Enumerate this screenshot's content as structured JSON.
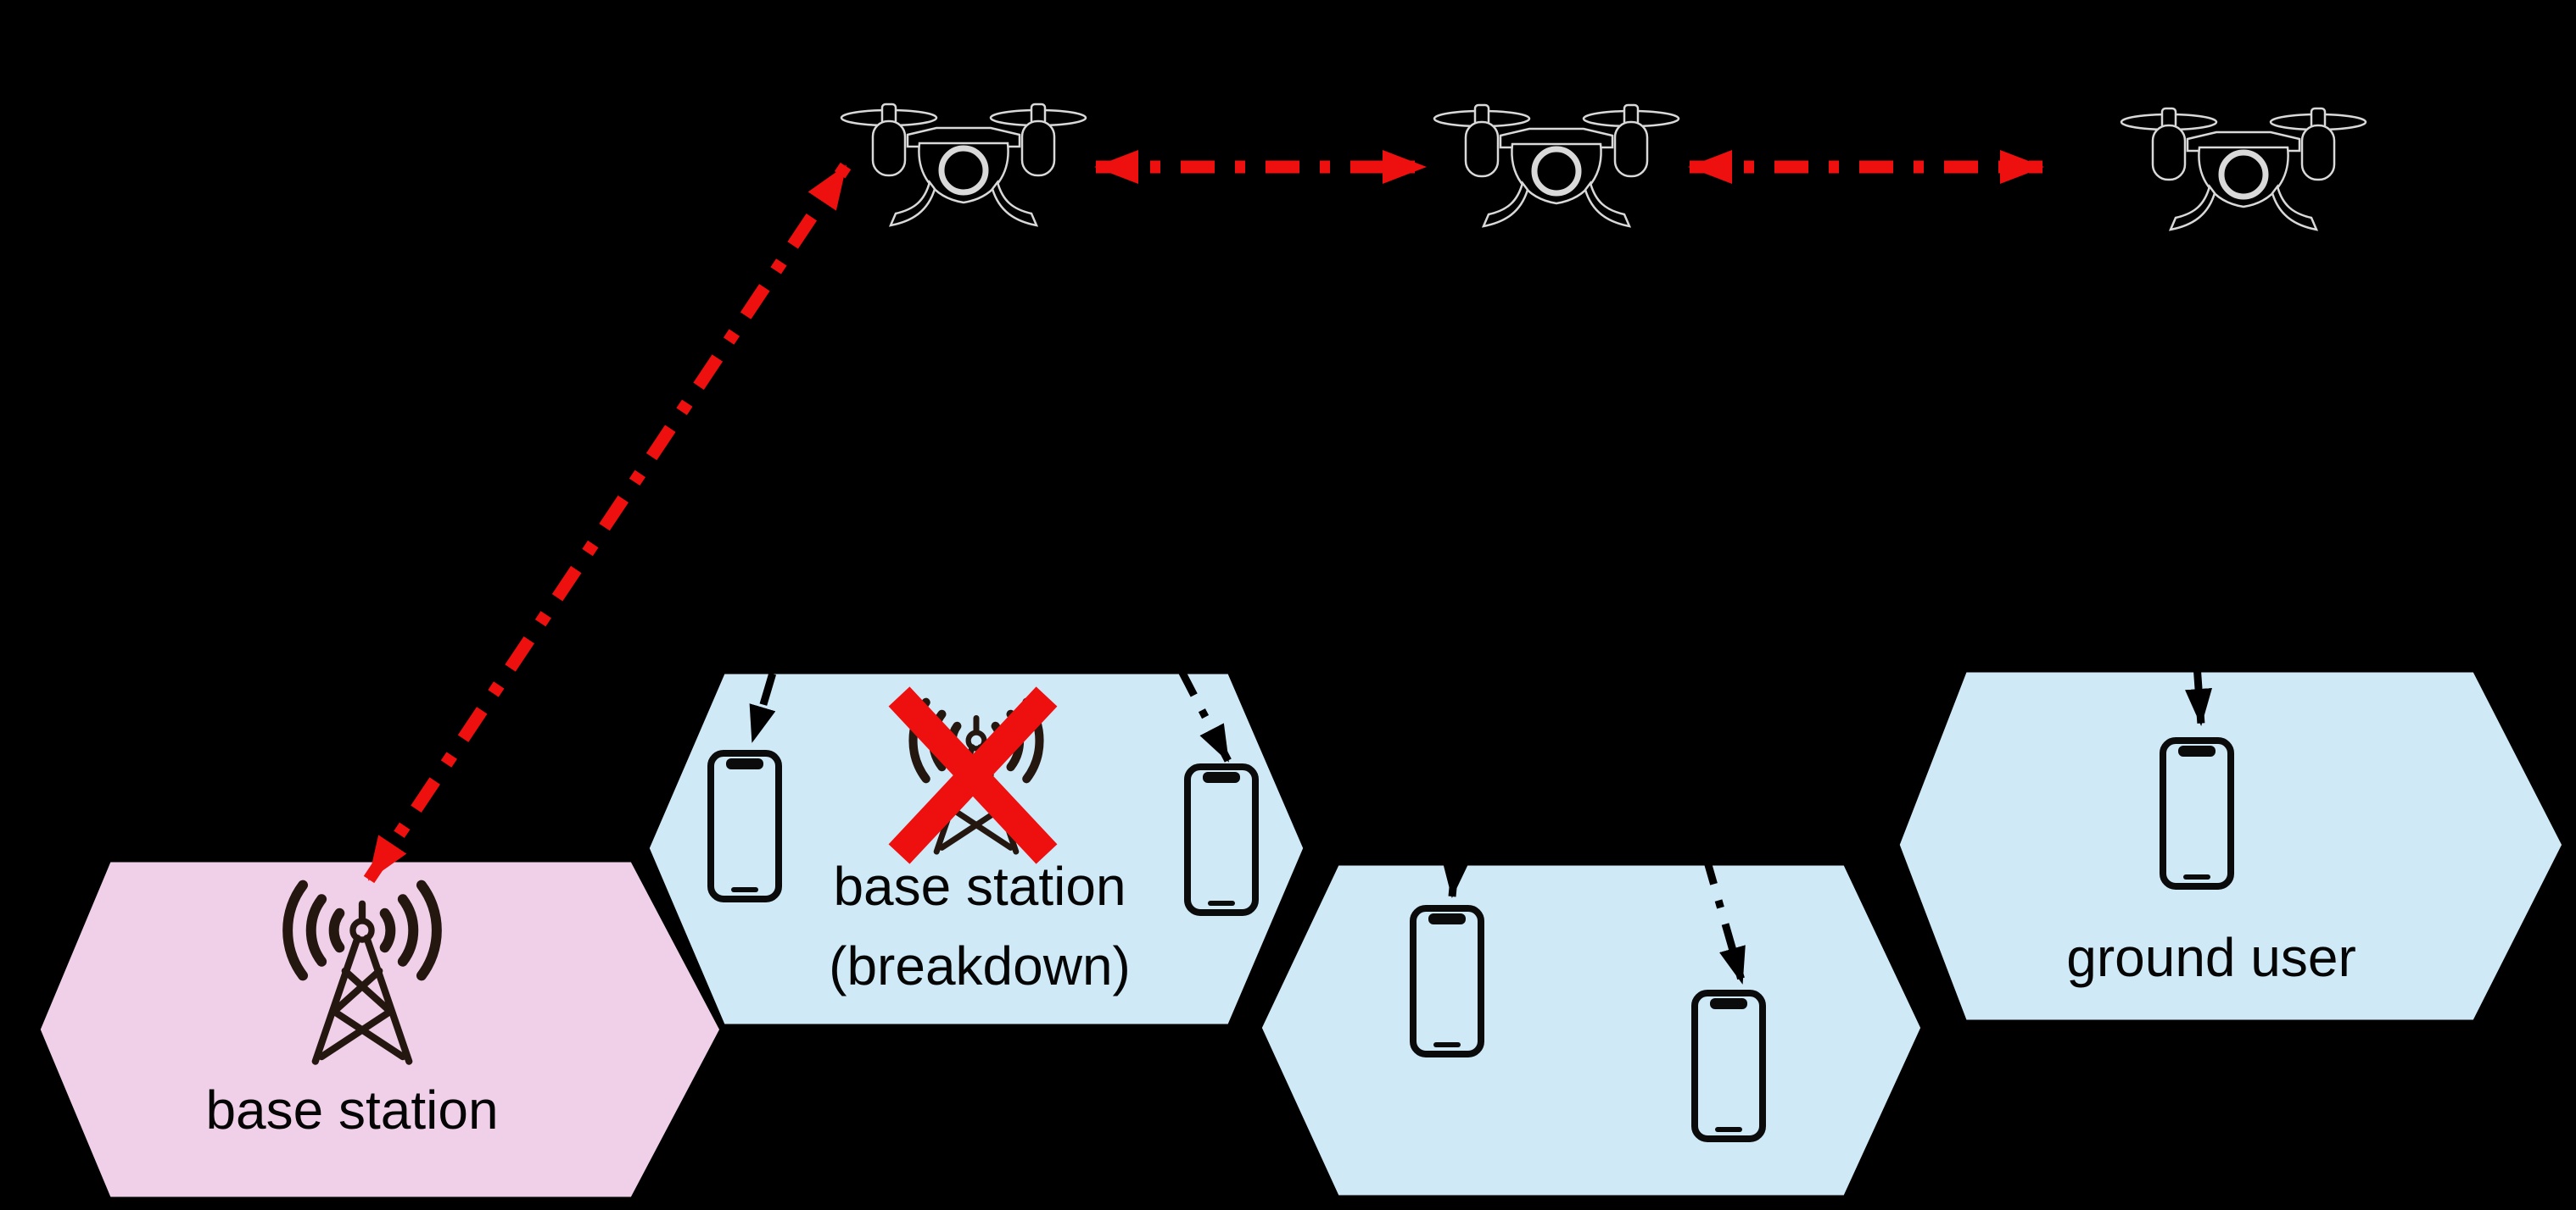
{
  "figure": {
    "colors": {
      "page_background": "#000000",
      "cell_pink": "#f0d0e8",
      "cell_blue": "#cfe9f7",
      "cell_outline": "#000000",
      "signal_red": "#ee0f0f",
      "link_black": "#000000",
      "tower_dark": "#241710",
      "phone_black": "#0b0b0b",
      "uav_fill": "#000000",
      "uav_outline": "#d9d9d9",
      "text_black": "#050505"
    },
    "labels": {
      "base_station": "base station",
      "breakdown_line1": "base station",
      "breakdown_line2": "(breakdown)",
      "ground_user": "ground user"
    },
    "cells": [
      {
        "name": "base station cell",
        "fill": "pink",
        "icon": "antenna-tower-icon",
        "label": "base station",
        "phones": 0
      },
      {
        "name": "breakdown cell",
        "fill": "blue",
        "icon": "broken-antenna-tower-icon",
        "label": "base station (breakdown)",
        "phones": 2
      },
      {
        "name": "relay-served cell",
        "fill": "blue",
        "icon": null,
        "label": "",
        "phones": 2
      },
      {
        "name": "ground user cell",
        "fill": "blue",
        "icon": "smartphone-icon",
        "label": "ground user",
        "phones": 1
      }
    ],
    "uavs": [
      {
        "name": "uav-1"
      },
      {
        "name": "uav-2"
      },
      {
        "name": "uav-3"
      }
    ],
    "links": {
      "red_dash_dot_bidirectional": [
        "base station <-> uav-1",
        "uav-1 <-> uav-2",
        "uav-2 <-> uav-3"
      ],
      "black_dash_dot_downlinks": [
        "uav-1 -> breakdown-cell phone left",
        "uav-1 -> breakdown-cell phone right",
        "uav-2 -> relay-cell phone left",
        "uav-2 -> relay-cell phone right",
        "uav-3 -> ground-user phone"
      ]
    }
  }
}
